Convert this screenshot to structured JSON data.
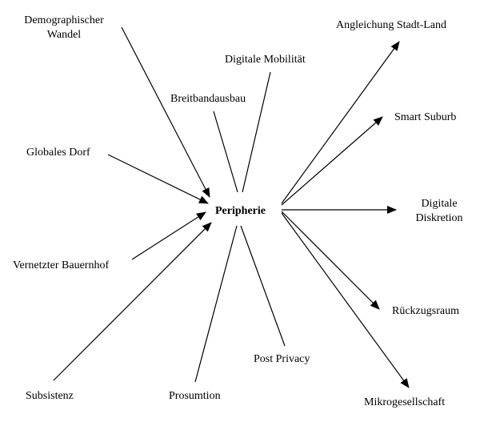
{
  "center": "Peripherie",
  "inbound": {
    "demographischer_wandel": "Demographischer\nWandel",
    "globales_dorf": "Globales Dorf",
    "vernetzter_bauernhof": "Vernetzter Bauernhof",
    "subsistenz": "Subsistenz"
  },
  "lines": {
    "breitbandausbau": "Breitbandausbau",
    "digitale_mobilitaet": "Digitale Mobilität",
    "prosumtion": "Prosumtion",
    "post_privacy": "Post Privacy"
  },
  "outbound": {
    "angleichung": "Angleichung Stadt-Land",
    "smart_suburb": "Smart Suburb",
    "digitale_diskretion": "Digitale\nDiskretion",
    "rueckzugsraum": "Rückzugsraum",
    "mikrogesellschaft": "Mikrogesellschaft"
  }
}
